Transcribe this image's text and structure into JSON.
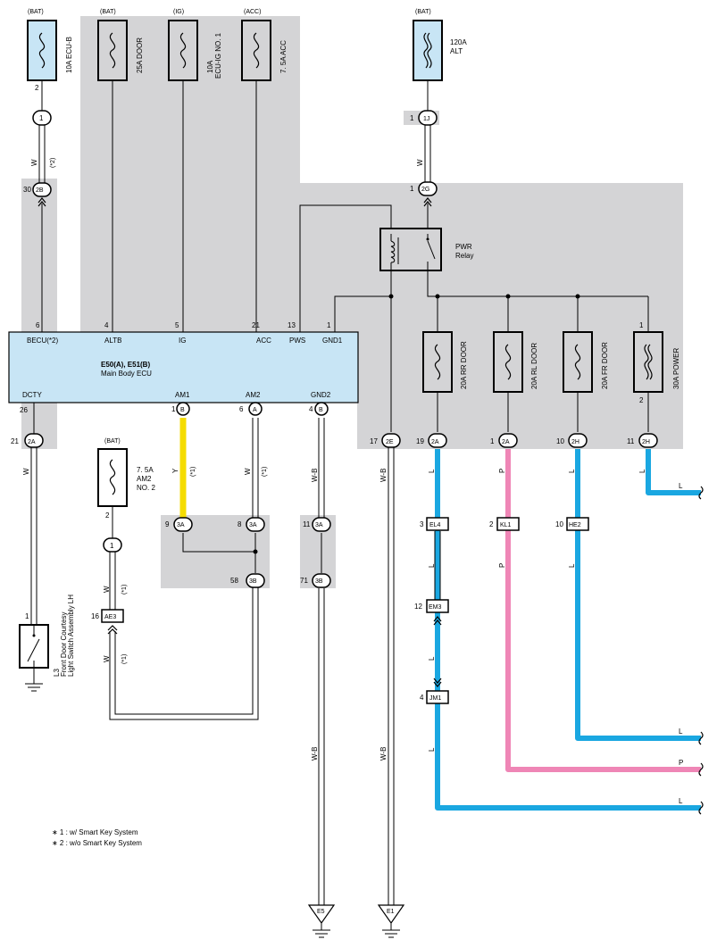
{
  "colors": {
    "shade": "#d4d4d6",
    "ecu_fill": "#c8e5f5",
    "fuse_fill": "#c8e5f5",
    "wire_black": "#000000",
    "wire_yellow": "#f5dc00",
    "wire_blue": "#1aa7e1",
    "wire_pink": "#ef86b6"
  },
  "fuses": {
    "ecu_b": {
      "source": "(BAT)",
      "rating": "10A ECU-B",
      "pin": "2"
    },
    "door": {
      "source": "(BAT)",
      "rating": "25A DOOR"
    },
    "ecu_ig": {
      "source": "(IG)",
      "rating1": "10A",
      "rating2": "ECU-IG NO. 1"
    },
    "acc": {
      "source": "(ACC)",
      "rating": "7. 5A ACC"
    },
    "alt": {
      "source": "(BAT)",
      "rating1": "120A",
      "rating2": "ALT"
    },
    "am2": {
      "source": "(BAT)",
      "rating1": "7. 5A",
      "rating2": "AM2",
      "rating3": "NO. 2",
      "pin": "2"
    },
    "rr_door": {
      "rating": "20A RR DOOR"
    },
    "rl_door": {
      "rating": "20A RL DOOR"
    },
    "fr_door": {
      "rating": "20A FR DOOR"
    },
    "power": {
      "rating": "30A POWER",
      "pin_top": "1",
      "pin_bottom": "2"
    }
  },
  "relay": {
    "name1": "PWR",
    "name2": "Relay"
  },
  "ecu": {
    "title": "E50(A), E51(B)",
    "subtitle": "Main Body ECU",
    "top_pins": [
      {
        "label": "BECU(*2)",
        "num": "6"
      },
      {
        "label": "ALTB",
        "num": "4"
      },
      {
        "label": "IG",
        "num": "5"
      },
      {
        "label": "ACC",
        "num": "21"
      },
      {
        "label": "PWS",
        "num": "13"
      },
      {
        "label": "GND1",
        "num": "1"
      }
    ],
    "bottom_pins": [
      {
        "label": "DCTY",
        "num": "26",
        "conn": ""
      },
      {
        "label": "AM1",
        "num": "1",
        "conn": "B"
      },
      {
        "label": "AM2",
        "num": "6",
        "conn": "A"
      },
      {
        "label": "GND2",
        "num": "4",
        "conn": "B"
      }
    ]
  },
  "connectors": {
    "c1_top": {
      "id": "1"
    },
    "c2B": {
      "id": "2B",
      "pin": "30"
    },
    "c1J": {
      "id": "1J",
      "pin": "1"
    },
    "c2G": {
      "id": "2G",
      "pin": "1"
    },
    "c2A_left": {
      "id": "2A",
      "pin": "21"
    },
    "c2E": {
      "id": "2E",
      "pin": "17"
    },
    "c2A_rr": {
      "id": "2A",
      "pin": "19"
    },
    "c2A_rl": {
      "id": "2A",
      "pin": "1"
    },
    "c2H_fr": {
      "id": "2H",
      "pin": "10"
    },
    "c2H_pw": {
      "id": "2H",
      "pin": "11"
    },
    "c3A_9": {
      "id": "3A",
      "pin": "9"
    },
    "c3A_8": {
      "id": "3A",
      "pin": "8"
    },
    "c3A_11": {
      "id": "3A",
      "pin": "11"
    },
    "c3B_58": {
      "id": "3B",
      "pin": "58"
    },
    "c3B_71": {
      "id": "3B",
      "pin": "71"
    },
    "c1_am2": {
      "id": "1"
    }
  },
  "inline": {
    "EL4": {
      "id": "EL4",
      "pin": "3"
    },
    "KL1": {
      "id": "KL1",
      "pin": "2"
    },
    "HE2": {
      "id": "HE2",
      "pin": "10"
    },
    "EM3": {
      "id": "EM3",
      "pin": "12"
    },
    "JM1": {
      "id": "JM1",
      "pin": "4"
    },
    "AE3": {
      "id": "AE3",
      "pin": "16"
    }
  },
  "wires": {
    "w": "W",
    "y": "Y",
    "l": "L",
    "p": "P",
    "wb": "W-B",
    "note1": "(*1)",
    "note2": "(*2)"
  },
  "switch": {
    "pin": "1",
    "code": "L3",
    "name1": "Front Door Courtesy",
    "name2": "Light Switch Assembly LH"
  },
  "grounds": {
    "e5": "E5",
    "e1": "E1"
  },
  "notes": [
    "∗ 1 : w/ Smart Key System",
    "∗ 2 : w/o Smart Key System"
  ],
  "offpage": {
    "l1": "L",
    "l2": "L",
    "p": "P",
    "l3": "L"
  }
}
